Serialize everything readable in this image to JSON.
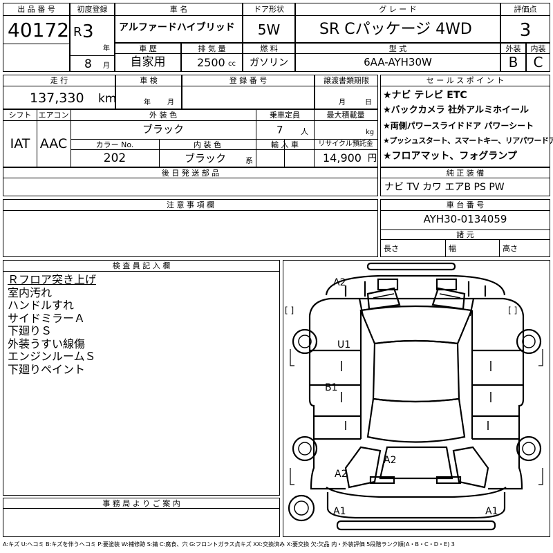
{
  "header": {
    "lot_label": "出 品 番 号",
    "lot_number": "40172",
    "first_reg_label": "初度登録",
    "era": "R",
    "year": "3",
    "year_unit": "年",
    "month": "8",
    "month_unit": "月",
    "name_label": "車 名",
    "car_name": "アルファードハイブリッド",
    "door_label": "ドア形状",
    "door": "5W",
    "grade_label": "グ レ ー ド",
    "grade": "SR Cパッケージ 4WD",
    "score_label": "評価点",
    "score": "3"
  },
  "row2": {
    "history_label": "車 歴",
    "history": "自家用",
    "displacement_label": "排 気 量",
    "displacement": "2500",
    "displacement_unit": "cc",
    "fuel_label": "燃 料",
    "fuel": "ガソリン",
    "model_label": "型 式",
    "model": "6AA-AYH30W",
    "exterior_label": "外装",
    "exterior": "B",
    "interior_label": "内装",
    "interior": "C"
  },
  "row3": {
    "mileage_label": "走 行",
    "mileage": "137,330",
    "mileage_unit": "km",
    "inspection_label": "車 検",
    "inspection_year_unit": "年",
    "inspection_month_unit": "月",
    "regno_label": "登 録 番 号",
    "transfer_label": "譲渡書類期限",
    "transfer_month_unit": "月",
    "transfer_day_unit": "日"
  },
  "row4": {
    "shift_label": "シフト",
    "shift": "IAT",
    "ac_label": "エアコン",
    "ac": "AAC",
    "color_label": "外 装 色",
    "color": "ブラック",
    "capacity_label": "乗車定員",
    "capacity": "7",
    "capacity_unit": "人",
    "load_label": "最大積載量",
    "load_unit": "kg",
    "colorno_label": "カラー No.",
    "colorno": "202",
    "interior_color_label": "内 装 色",
    "interior_color": "ブラック",
    "interior_color_suffix": "系",
    "import_label": "輸 入 車",
    "recycle_label": "リサイクル預託金",
    "recycle": "14,900",
    "recycle_unit": "円"
  },
  "later_parts_label": "後 日 発 送 部 品",
  "notes_label": "注 意 事 項 欄",
  "sales_points": {
    "label": "セ ー ル ス ポ イ ン ト",
    "items": [
      "★ナビ テレビ ETC",
      "★バックカメラ 社外アルミホイール",
      "★両側パワースライドドア パワーシート",
      "★プッシュスタート、スマートキー、リアパワードア",
      "★フロアマット、フォグランプ"
    ]
  },
  "standard_equipment": {
    "label": "純 正 装 備",
    "value": "ナビ TV カワ エアB PS PW"
  },
  "chassis": {
    "label": "車 台 番 号",
    "value": "AYH30-0134059"
  },
  "specs": {
    "label": "諸 元",
    "length": "長さ",
    "width": "幅",
    "height": "高さ"
  },
  "inspector": {
    "label": "検 査 員 記 入 欄",
    "notes": [
      "Ｒフロア突き上げ",
      "室内汚れ",
      "ハンドルすれ",
      "サイドミラーＡ",
      "下廻りＳ",
      "外装うすい線傷",
      "エンジンルームＳ",
      "下廻りペイント"
    ]
  },
  "office_label": "事 務 局 よ り ご 案 内",
  "diagram": {
    "bracket_left": "[      ]",
    "bracket_right": "[      ]",
    "codes": {
      "a2_top": "A2",
      "u1": "U1",
      "b1": "B1",
      "a2_mid": "A2",
      "a2_low": "A2",
      "a1_left": "A1",
      "a1_right": "A1"
    }
  },
  "legend": "A:キズ U:ヘコミ B:キズを伴うヘコミ P:要塗装 W:補修跡 S:錆 C:腐食、穴 G:フロントガラス点キズ XX:交換済み X:要交換 欠:欠品 内・外装評価 5段階ランク順(A・B・C・D・E) 3"
}
